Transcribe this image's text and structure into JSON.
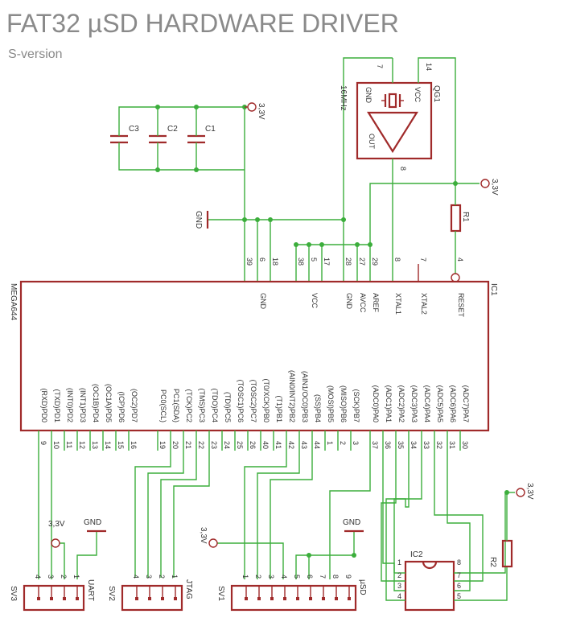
{
  "title": "FAT32 µSD HARDWARE DRIVER",
  "subtitle": "S-version",
  "ic1": {
    "name": "IC1",
    "type": "MEGA644",
    "top_pins": [
      {
        "num": "39",
        "label": ""
      },
      {
        "num": "6",
        "label": "GND"
      },
      {
        "num": "18",
        "label": ""
      },
      {
        "num": "38",
        "label": ""
      },
      {
        "num": "5",
        "label": "VCC"
      },
      {
        "num": "17",
        "label": ""
      },
      {
        "num": "28",
        "label": "GND"
      },
      {
        "num": "27",
        "label": "AVCC"
      },
      {
        "num": "29",
        "label": "AREF"
      },
      {
        "num": "8",
        "label": "XTAL1"
      },
      {
        "num": "7",
        "label": "XTAL2"
      },
      {
        "num": "4",
        "label": "RESET"
      }
    ],
    "bottom_pins": [
      {
        "num": "9",
        "label": "(RXD)PD0"
      },
      {
        "num": "10",
        "label": "(TXD)PD1"
      },
      {
        "num": "11",
        "label": "(INT0)PD2"
      },
      {
        "num": "12",
        "label": "(INT1)PD3"
      },
      {
        "num": "13",
        "label": "(OC1B)PD4"
      },
      {
        "num": "14",
        "label": "(OC1A)PD5"
      },
      {
        "num": "15",
        "label": "(ICP)PD6"
      },
      {
        "num": "16",
        "label": "(OC2)PD7"
      },
      {
        "num": "19",
        "label": "PC0(SCL)"
      },
      {
        "num": "20",
        "label": "PC1(SDA)"
      },
      {
        "num": "21",
        "label": "(TCK)PC2"
      },
      {
        "num": "22",
        "label": "(TMS)PC3"
      },
      {
        "num": "23",
        "label": "(TDO)PC4"
      },
      {
        "num": "24",
        "label": "(TDI)PC5"
      },
      {
        "num": "25",
        "label": "(TOSC1)PC6"
      },
      {
        "num": "26",
        "label": "(TOSC2)PC7"
      },
      {
        "num": "40",
        "label": "(T0/XCK)PB0"
      },
      {
        "num": "41",
        "label": "(T1)PB1"
      },
      {
        "num": "42",
        "label": "(AIN0/INT2)PB2"
      },
      {
        "num": "43",
        "label": "(AIN1/OC0)PB3"
      },
      {
        "num": "44",
        "label": "(SS)PB4"
      },
      {
        "num": "1",
        "label": "(MOSI)PB5"
      },
      {
        "num": "2",
        "label": "(MISO)PB6"
      },
      {
        "num": "3",
        "label": "(SCK)PB7"
      },
      {
        "num": "37",
        "label": "(ADC0)PA0"
      },
      {
        "num": "36",
        "label": "(ADC1)PA1"
      },
      {
        "num": "35",
        "label": "(ADC2)PA2"
      },
      {
        "num": "34",
        "label": "(ADC3)PA3"
      },
      {
        "num": "33",
        "label": "(ADC4)PA4"
      },
      {
        "num": "32",
        "label": "(ADC5)PA5"
      },
      {
        "num": "31",
        "label": "(ADC6)PA6"
      },
      {
        "num": "30",
        "label": "(ADC7)PA7"
      }
    ]
  },
  "caps": [
    "C3",
    "C2",
    "C1"
  ],
  "supply": {
    "v33": "3,3V",
    "gnd": "GND"
  },
  "qg1": {
    "name": "QG1",
    "freq": "16MHz",
    "gnd": "GND",
    "vcc": "VCC",
    "out": "OUT",
    "pin7": "7",
    "pin14": "14",
    "pin8": "8"
  },
  "r1": "R1",
  "r2": "R2",
  "ic2": {
    "name": "IC2",
    "left_pins": [
      "1",
      "2",
      "3",
      "4"
    ],
    "right_pins": [
      "8",
      "7",
      "6",
      "5"
    ]
  },
  "connectors": [
    {
      "name": "SV3",
      "label": "UART",
      "pins": [
        "4",
        "3",
        "2",
        "1"
      ]
    },
    {
      "name": "SV2",
      "label": "JTAG",
      "pins": [
        "4",
        "3",
        "2",
        "1"
      ]
    },
    {
      "name": "SV1",
      "label": "µSD",
      "pins": [
        "1",
        "2",
        "3",
        "4",
        "5",
        "6",
        "7",
        "8",
        "9"
      ]
    }
  ]
}
